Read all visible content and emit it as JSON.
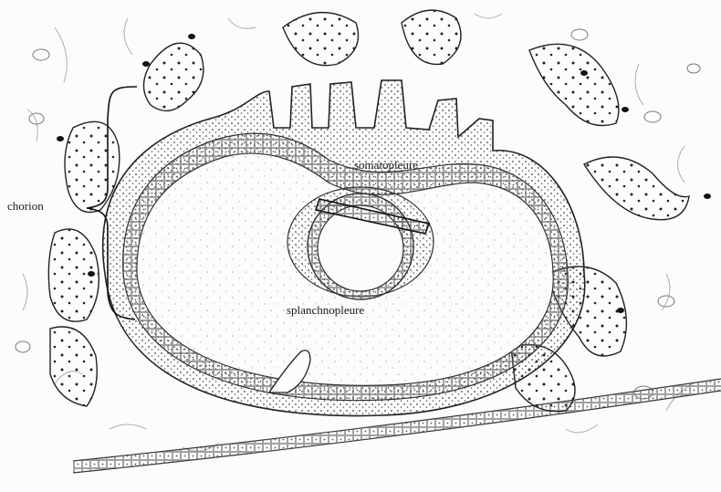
{
  "diagram": {
    "labels": {
      "chorion": "chorion",
      "somatopleure": "somatopleure",
      "splanchnopleure": "splanchnopleure"
    },
    "colors": {
      "ink": "#1a1a1a",
      "paper": "#fcfcfa",
      "stroke": "#2a2a2a"
    }
  }
}
